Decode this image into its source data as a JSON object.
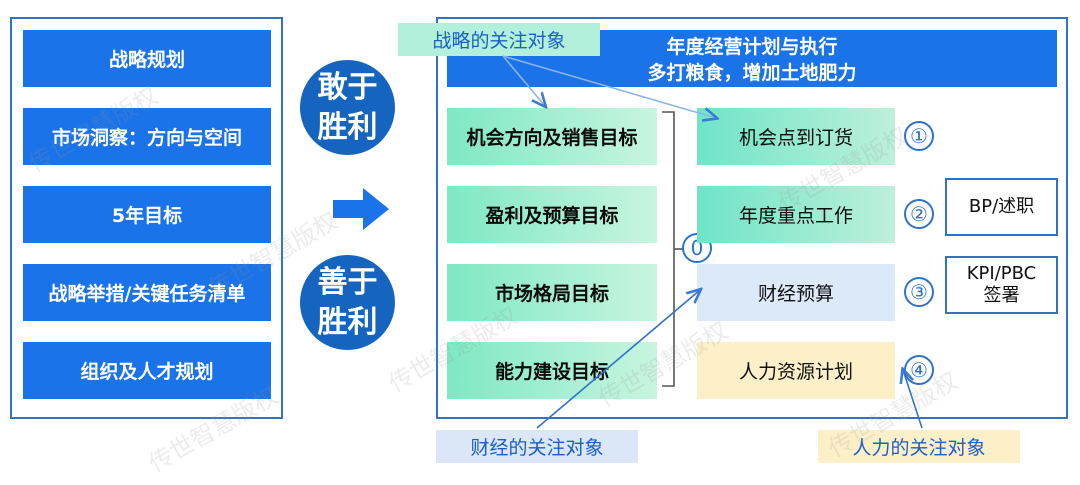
{
  "left_items": [
    "战略规划",
    "市场洞察：方向与空间",
    "5年目标",
    "战略举措/关键任务清单",
    "组织及人才规划"
  ],
  "circles": {
    "top": [
      "敢于",
      "胜利"
    ],
    "bottom": [
      "善于",
      "胜利"
    ]
  },
  "header": {
    "line1": "年度经营计划与执行",
    "line2": "多打粮食，增加土地肥力"
  },
  "targets": [
    "机会方向及销售目标",
    "盈利及预算目标",
    "市场格局目标",
    "能力建设目标"
  ],
  "brace_number": "0",
  "actions": [
    {
      "label": "机会点到订货",
      "num": "①"
    },
    {
      "label": "年度重点工作",
      "num": "②"
    },
    {
      "label": "财经预算",
      "num": "③"
    },
    {
      "label": "人力资源计划",
      "num": "④"
    }
  ],
  "side_boxes": [
    [
      "BP/述职"
    ],
    [
      "KPI/PBC",
      "签署"
    ]
  ],
  "focus_labels": {
    "strategy": "战略的关注对象",
    "finance": "财经的关注对象",
    "hr": "人力的关注对象"
  },
  "watermark": "传世智慧版权",
  "colors": {
    "primary_blue": "#1a73e8",
    "circle_blue": "#1565c0",
    "border_blue": "#2f73c9",
    "green": "#7ee8c4",
    "budget_blue": "#dce9f9",
    "hr_yellow": "#fdf0c8"
  }
}
